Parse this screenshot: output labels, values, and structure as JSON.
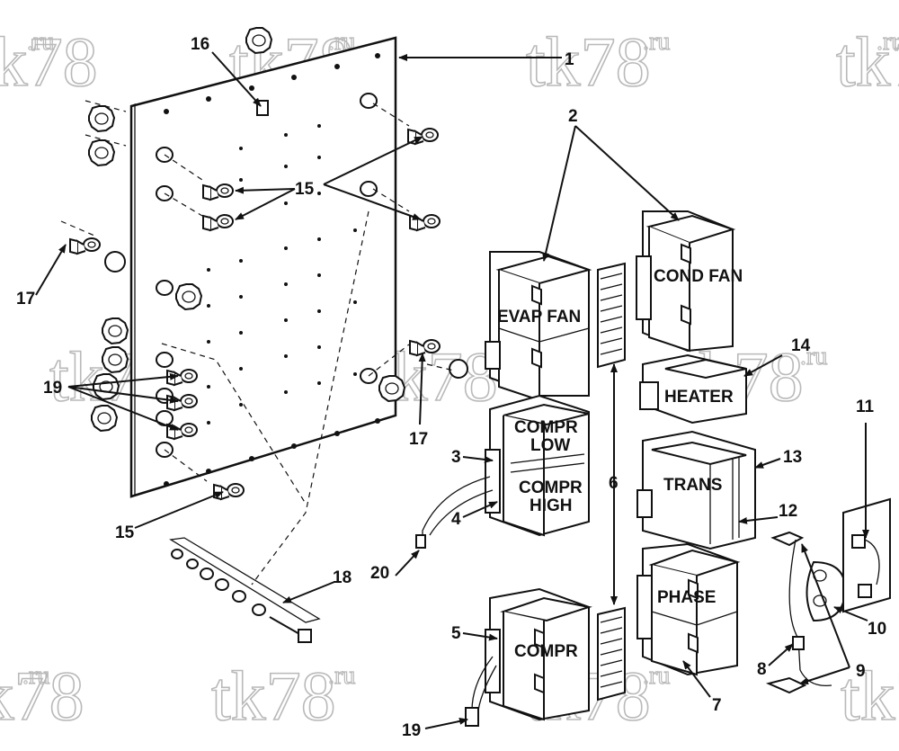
{
  "watermark": {
    "main": "tk78",
    "suffix": ".ru"
  },
  "component_labels": {
    "evap_fan": "EVAP FAN",
    "cond_fan": "COND FAN",
    "heater": "HEATER",
    "compr_low_1": "COMPR",
    "compr_low_2": "LOW",
    "compr_high_1": "COMPR",
    "compr_high_2": "HIGH",
    "trans": "TRANS",
    "phase": "PHASE",
    "compr": "COMPR"
  },
  "callouts": {
    "c1": "1",
    "c2": "2",
    "c3": "3",
    "c4": "4",
    "c5": "5",
    "c6": "6",
    "c7": "7",
    "c8": "8",
    "c9": "9",
    "c10": "10",
    "c11": "11",
    "c12": "12",
    "c13": "13",
    "c14": "14",
    "c15a": "15",
    "c15b": "15",
    "c16": "16",
    "c17a": "17",
    "c17b": "17",
    "c18": "18",
    "c19a": "19",
    "c19b": "19",
    "c20": "20"
  }
}
